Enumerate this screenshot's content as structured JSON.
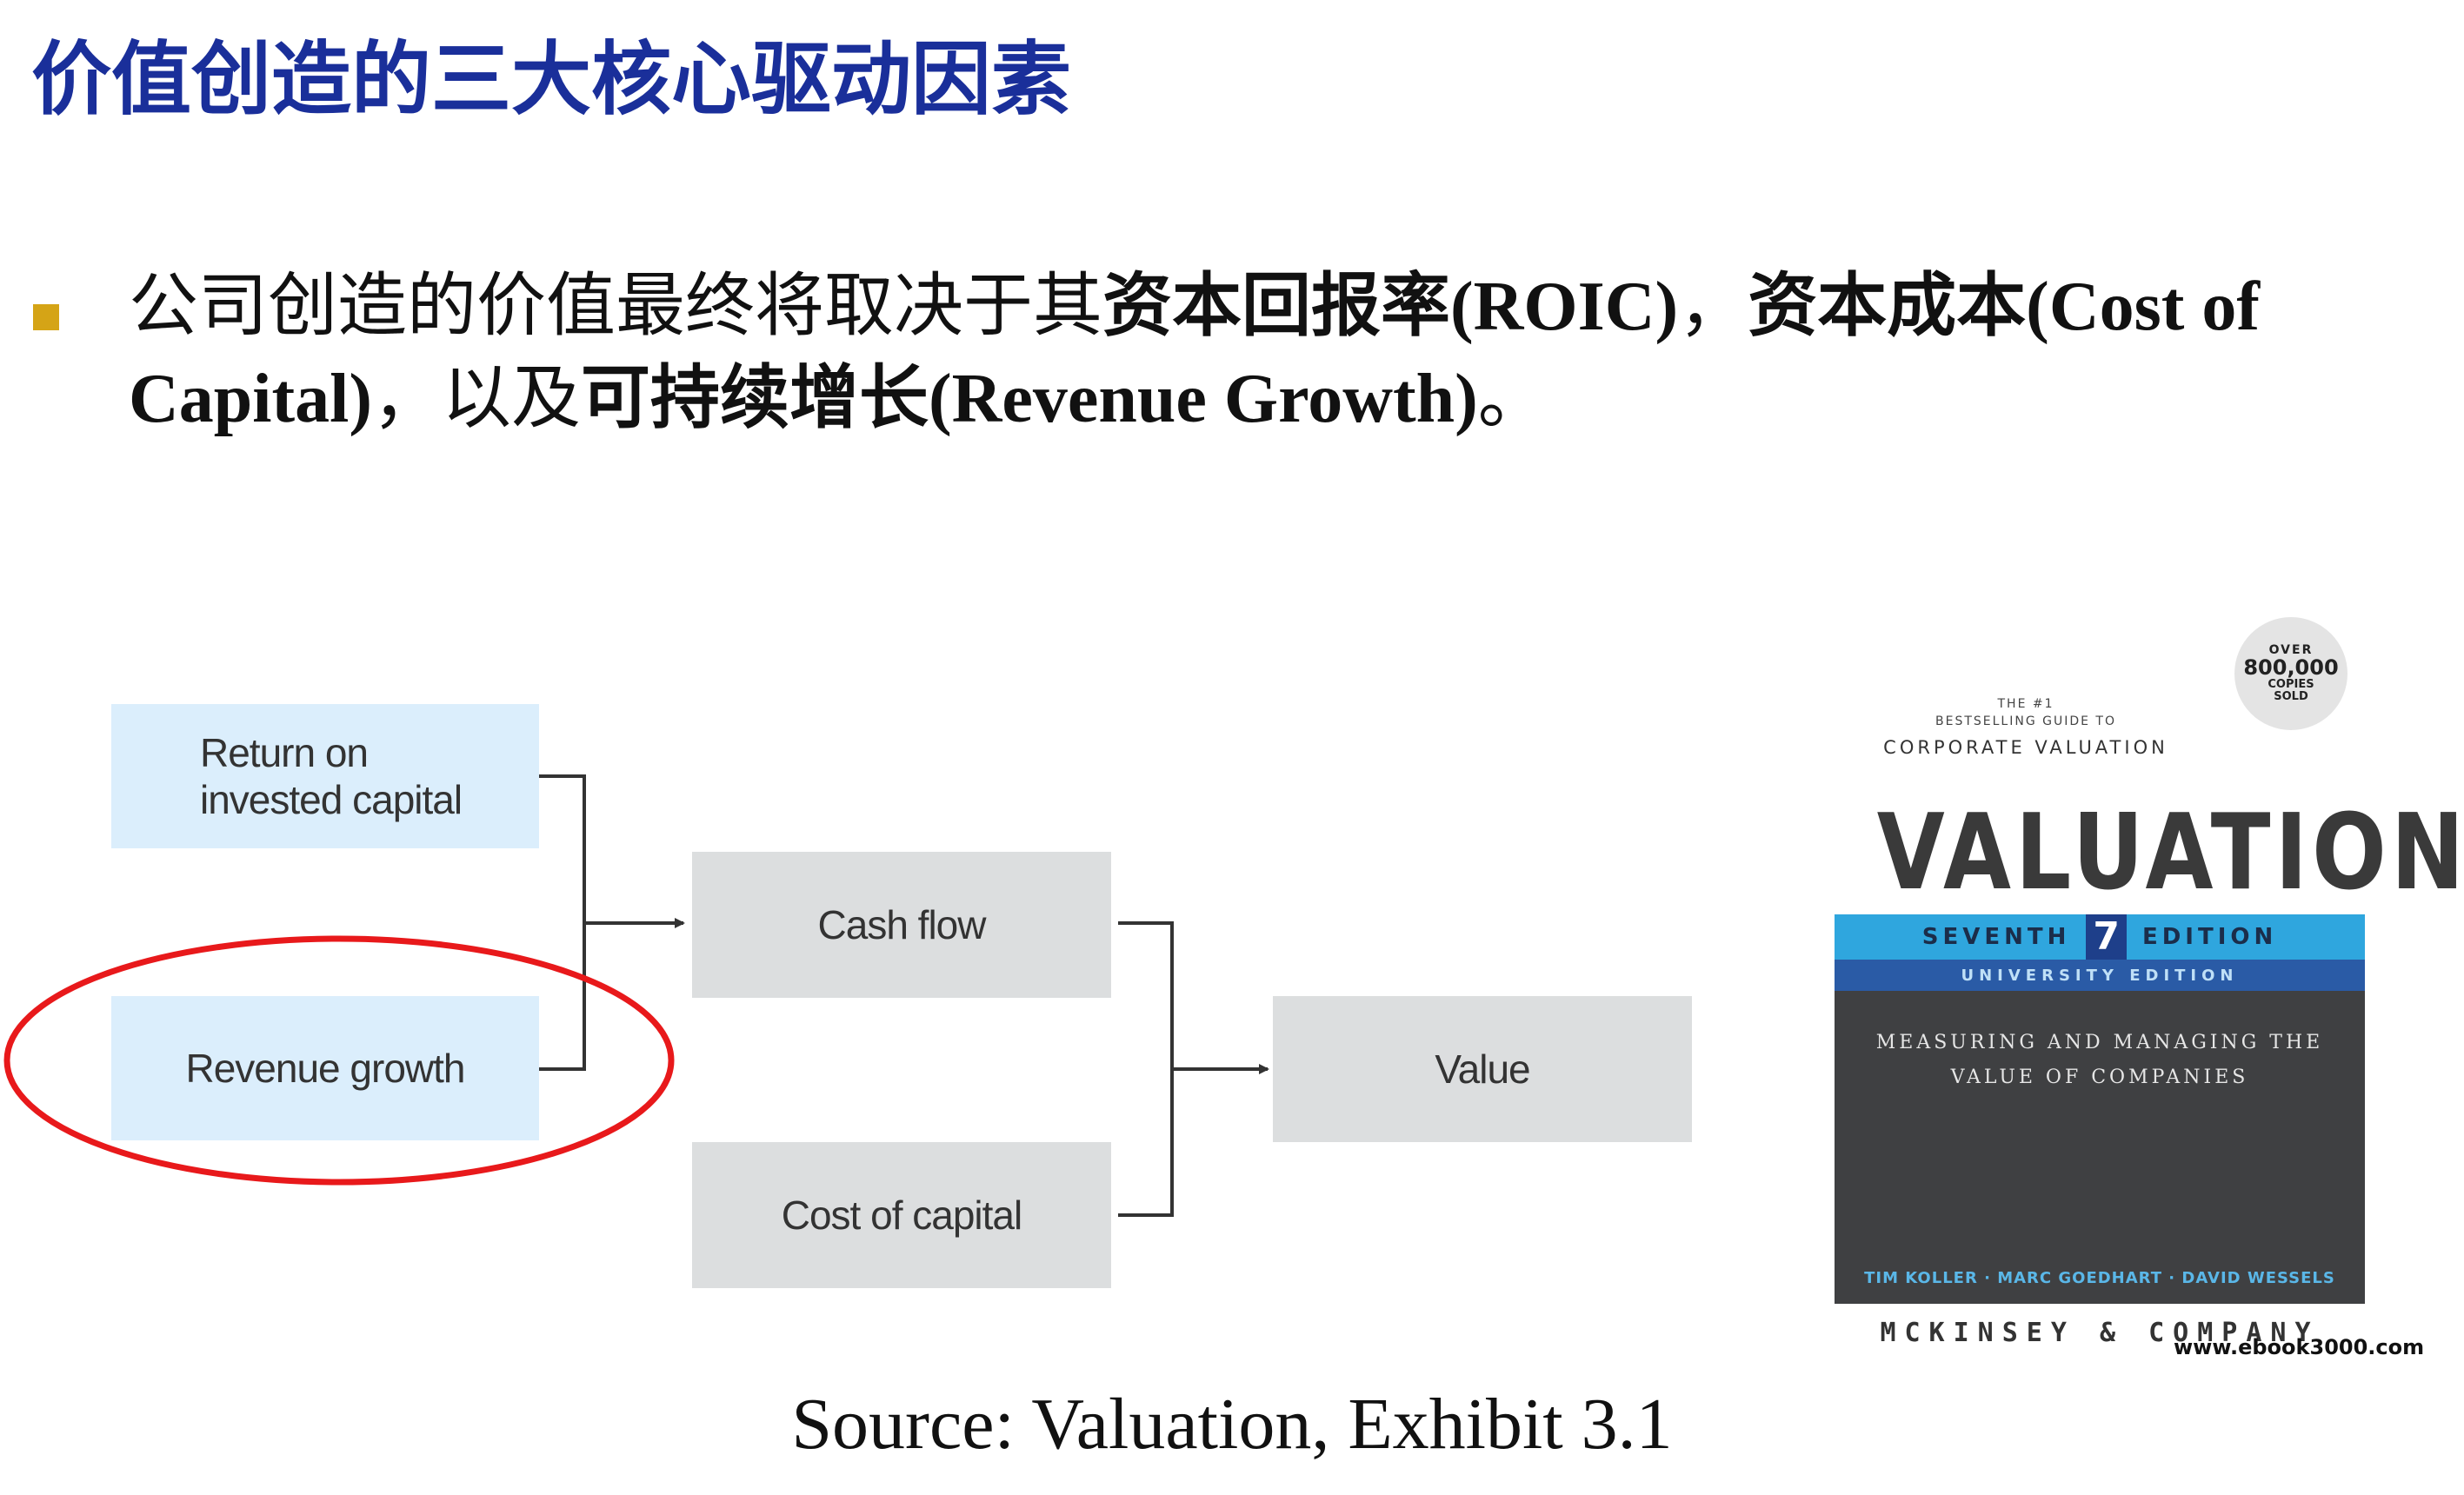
{
  "title": "价值创造的三大核心驱动因素",
  "bullet": {
    "part1": "公司创造的价值最终将取决于其",
    "roic": "资本回报率(ROIC)",
    "sep1": "，",
    "coc": "资本成本(Cost of Capital)",
    "sep2": "，以及",
    "growth": "可持续增长(Revenue Growth)",
    "end": "。"
  },
  "diagram": {
    "roic_line1": "Return on",
    "roic_line2": "invested capital",
    "revenue_growth": "Revenue growth",
    "cash_flow": "Cash flow",
    "cost_of_capital": "Cost of capital",
    "value": "Value",
    "highlight_color": "#e8191b"
  },
  "book": {
    "seal_line1": "OVER",
    "seal_line2": "800,000",
    "seal_line3": "COPIES",
    "seal_line4": "SOLD",
    "tag_line1": "THE #1",
    "tag_line2": "BESTSELLING GUIDE TO",
    "tag_line3": "CORPORATE VALUATION",
    "title": "VALUATION",
    "edition_left": "SEVENTH",
    "edition_num": "7",
    "edition_right": "EDITION",
    "university": "UNIVERSITY EDITION",
    "subtitle_line1": "MEASURING AND MANAGING THE",
    "subtitle_line2": "VALUE OF COMPANIES",
    "authors": "TIM KOLLER · MARC GOEDHART · DAVID WESSELS",
    "publisher": "MCKINSEY & COMPANY",
    "watermark": "www.ebook3000.com"
  },
  "source": "Source: Valuation, Exhibit 3.1"
}
